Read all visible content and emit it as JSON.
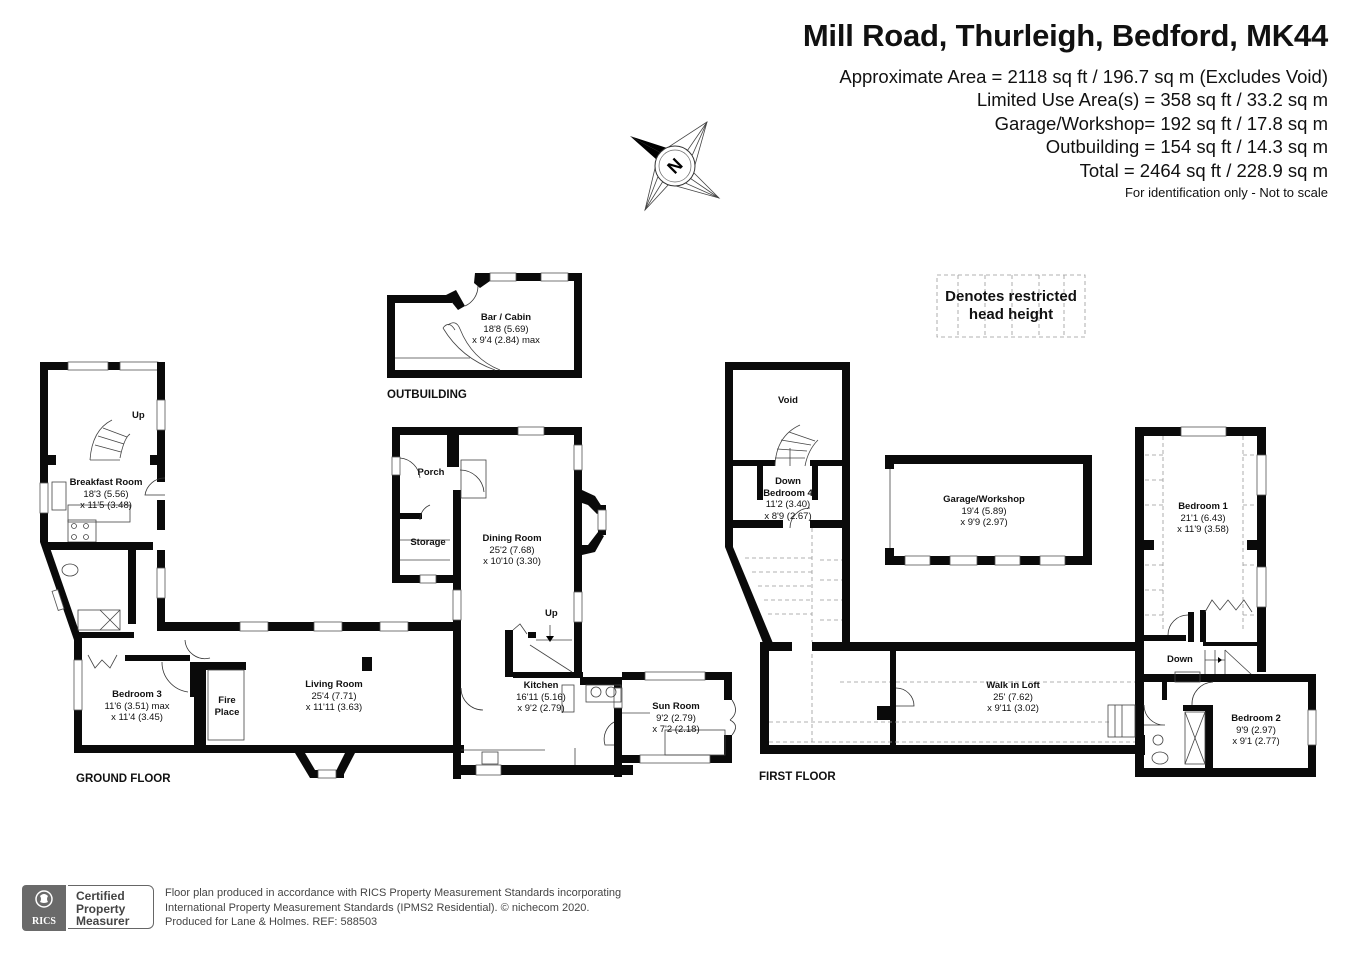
{
  "header": {
    "title": "Mill Road, Thurleigh, Bedford, MK44",
    "areas": [
      "Approximate Area = 2118 sq ft / 196.7 sq m (Excludes Void)",
      "Limited Use Area(s) = 358 sq ft / 33.2 sq m",
      "Garage/Workshop= 192 sq ft / 17.8 sq m",
      "Outbuilding = 154 sq ft / 14.3 sq m",
      "Total = 2464 sq ft / 228.9 sq m"
    ],
    "disclaimer": "For identification only - Not to scale"
  },
  "compass": {
    "icon": "north-compass-icon",
    "letter": "N"
  },
  "legend": {
    "line1": "Denotes restricted",
    "line2": "head height"
  },
  "floors": {
    "outbuilding": "OUTBUILDING",
    "ground": "GROUND FLOOR",
    "first": "FIRST FLOOR"
  },
  "rooms": {
    "bar_cabin": {
      "name": "Bar / Cabin",
      "dim1": "18'8 (5.69)",
      "dim2": "x 9'4 (2.84) max"
    },
    "breakfast": {
      "name": "Breakfast Room",
      "dim1": "18'3 (5.56)",
      "dim2": "x 11'5 (3.48)"
    },
    "bedroom3": {
      "name": "Bedroom 3",
      "dim1": "11'6 (3.51) max",
      "dim2": "x 11'4 (3.45)"
    },
    "fireplace": {
      "line1": "Fire",
      "line2": "Place"
    },
    "living": {
      "name": "Living Room",
      "dim1": "25'4 (7.71)",
      "dim2": "x 11'11 (3.63)"
    },
    "porch": {
      "name": "Porch"
    },
    "storage": {
      "name": "Storage"
    },
    "dining": {
      "name": "Dining Room",
      "dim1": "25'2 (7.68)",
      "dim2": "x 10'10 (3.30)"
    },
    "kitchen": {
      "name": "Kitchen",
      "dim1": "16'11 (5.16)",
      "dim2": "x 9'2 (2.79)"
    },
    "sunroom": {
      "name": "Sun Room",
      "dim1": "9'2 (2.79)",
      "dim2": "x 7'2 (2.18)"
    },
    "void": {
      "name": "Void"
    },
    "bedroom4": {
      "name": "Bedroom 4",
      "dim1": "11'2 (3.40)",
      "dim2": "x 8'9 (2.67)"
    },
    "garage": {
      "name": "Garage/Workshop",
      "dim1": "19'4 (5.89)",
      "dim2": "x 9'9 (2.97)"
    },
    "bedroom1": {
      "name": "Bedroom 1",
      "dim1": "21'1 (6.43)",
      "dim2": "x 11'9 (3.58)"
    },
    "loft": {
      "name": "Walk in Loft",
      "dim1": "25' (7.62)",
      "dim2": "x 9'11 (3.02)"
    },
    "bedroom2": {
      "name": "Bedroom 2",
      "dim1": "9'9 (2.97)",
      "dim2": "x 9'1 (2.77)"
    }
  },
  "stairs": {
    "up_breakfast": "Up",
    "up_dining": "Up",
    "down_bedroom4": "Down",
    "down_landing": "Down"
  },
  "footer": {
    "rics_label": "RICS",
    "cert_lines": [
      "Certified",
      "Property",
      "Measurer"
    ],
    "notes": [
      "Floor plan produced in accordance with RICS Property Measurement Standards incorporating",
      "International Property Measurement Standards (IPMS2 Residential).   © nichecom 2020.",
      "Produced for Lane & Holmes.   REF:  588503"
    ]
  }
}
